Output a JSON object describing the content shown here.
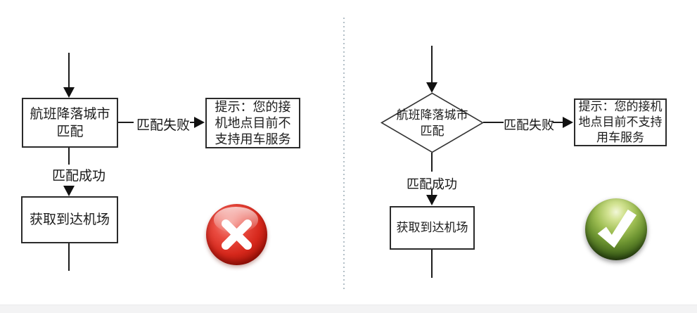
{
  "left_panel": {
    "decision_label": "航班降落城市\n匹配",
    "fail_label": "匹配失败",
    "fail_tip": "提示：您的接\n机地点目前不\n支持用车服务",
    "success_label": "匹配成功",
    "get_airport_label": "获取到达机场",
    "result_icon": "error-cross-icon"
  },
  "right_panel": {
    "decision_label": "航班降落城市\n匹配",
    "fail_label": "匹配失败",
    "fail_tip": "提示：您的接机\n地点目前不支持\n用车服务",
    "success_label": "匹配成功",
    "get_airport_label": "获取到达机场",
    "result_icon": "success-check-icon"
  },
  "colors": {
    "line": "#1c1c1c",
    "node_border": "#2b2b2b",
    "error_red": "#d6281c",
    "success_green": "#7aa437",
    "divider_dot": "#b3bfc7",
    "footer_band": "#f3f3f4"
  }
}
